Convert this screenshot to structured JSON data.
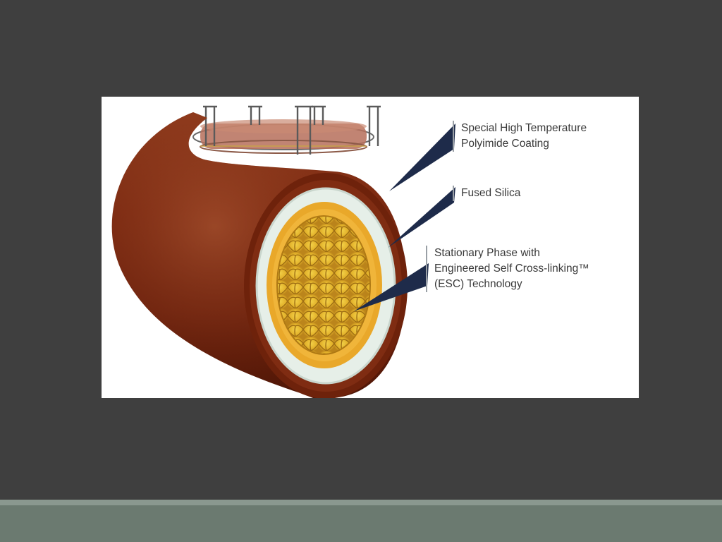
{
  "colors": {
    "slide_background": "#3f3f3f",
    "footer_bar": "#6b7a70",
    "polyimide_coating": "#7a2810",
    "fused_silica": "#e6efe8",
    "stationary_phase": "#e9a82a",
    "callout_pointer": "#1e2b4a"
  },
  "diagram": {
    "labels": {
      "coating": {
        "line1": "Special High Temperature",
        "line2": "Polyimide Coating"
      },
      "silica": {
        "line1": "Fused Silica"
      },
      "phase": {
        "line1": "Stationary Phase with",
        "line2": "Engineered Self Cross-linking™",
        "line3": "(ESC) Technology"
      }
    }
  }
}
